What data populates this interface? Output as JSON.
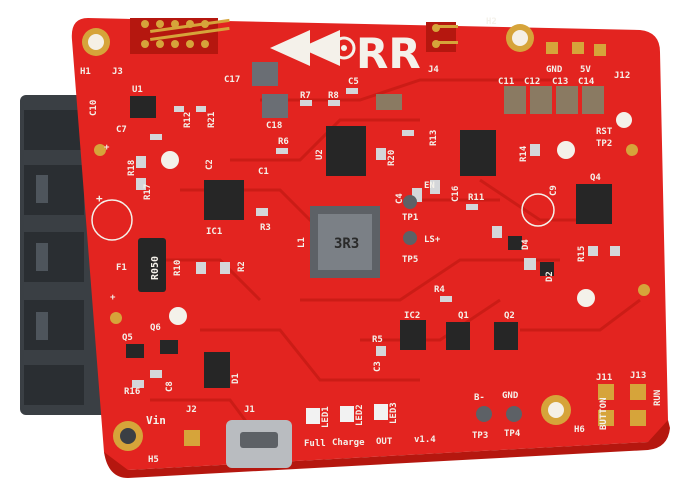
{
  "colors": {
    "pcb_red": "#e32420",
    "pcb_dark": "#b5170f",
    "trace": "#c91c16",
    "silkscreen": "#f4f1ea",
    "gold": "#d6a43a",
    "chip": "#262626",
    "heatsink": "#3a3f44"
  },
  "logo": {
    "text": "RR"
  },
  "version": "v1.4",
  "labels": {
    "vin": "Vin",
    "full": "Full",
    "charge": "Charge",
    "out": "OUT",
    "led1": "LED1",
    "led2": "LED2",
    "led3": "LED3",
    "j1": "J1",
    "j2": "J2",
    "j3": "J3",
    "j4": "J4",
    "j11": "J11",
    "j12": "J12",
    "j13": "J13",
    "h1": "H1",
    "h2": "H2",
    "h5": "H5",
    "h6": "H6",
    "button": "BUTTON",
    "run": "RUN",
    "gnd_top": "GND",
    "v5": "5V",
    "rst": "RST",
    "tp1": "TP1",
    "tp2": "TP2",
    "tp3": "TP3",
    "tp4": "TP4",
    "tp5": "TP5",
    "en": "EN",
    "ls": "LS+",
    "b_minus": "B-",
    "gnd_bottom": "GND",
    "l1": "L1",
    "inductor": "3R3",
    "resistor": "R050",
    "u1": "U1",
    "u2": "U2",
    "ic1": "IC1",
    "ic2": "IC2",
    "q1": "Q1",
    "q2": "Q2",
    "q4": "Q4",
    "q5": "Q5",
    "q6": "Q6",
    "d1": "D1",
    "d2": "D2",
    "d4": "D4",
    "f1": "F1",
    "c1": "C1",
    "c2": "C2",
    "c3": "C3",
    "c4": "C4",
    "c5": "C5",
    "c7": "C7",
    "c8": "C8",
    "c9": "C9",
    "c10": "C10",
    "c11": "C11",
    "c12": "C12",
    "c13": "C13",
    "c14": "C14",
    "c16": "C16",
    "c17": "C17",
    "c18": "C18",
    "r2": "R2",
    "r3": "R3",
    "r4": "R4",
    "r5": "R5",
    "r6": "R6",
    "r7": "R7",
    "r8": "R8",
    "r10": "R10",
    "r11": "R11",
    "r12": "R12",
    "r13": "R13",
    "r14": "R14",
    "r15": "R15",
    "r16": "R16",
    "r17": "R17",
    "r18": "R18",
    "r20": "R20",
    "r21": "R21",
    "plus": "+"
  }
}
